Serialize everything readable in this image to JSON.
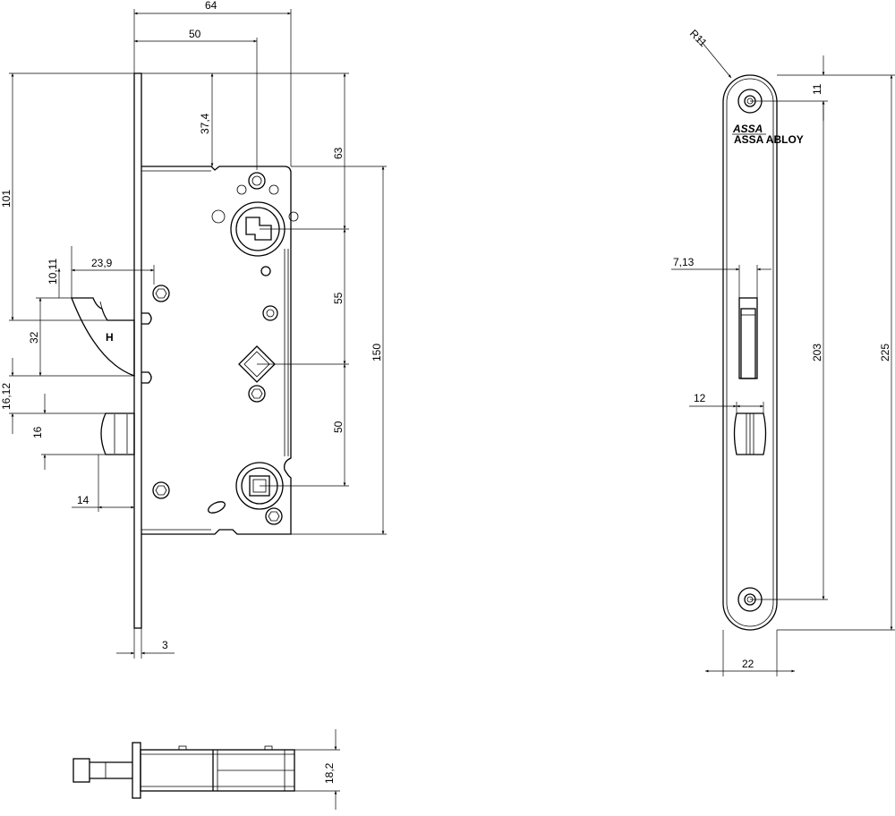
{
  "dimensions": {
    "d64": "64",
    "d50": "50",
    "d37_4": "37,4",
    "d101": "101",
    "d63": "63",
    "d10_11": "10,11",
    "d23_9": "23,9",
    "d55": "55",
    "d150": "150",
    "d32": "32",
    "d16_12": "16,12",
    "d50b": "50",
    "d16": "16",
    "d14": "14",
    "d3": "3",
    "d18_2": "18,2",
    "r11": "R11",
    "d11": "11",
    "d7_13": "7,13",
    "d203": "203",
    "d225": "225",
    "d12": "12",
    "d22": "22"
  },
  "markings": {
    "latch_letter": "H",
    "brand": "ASSA",
    "brand_sub": "ASSA ABLOY"
  }
}
